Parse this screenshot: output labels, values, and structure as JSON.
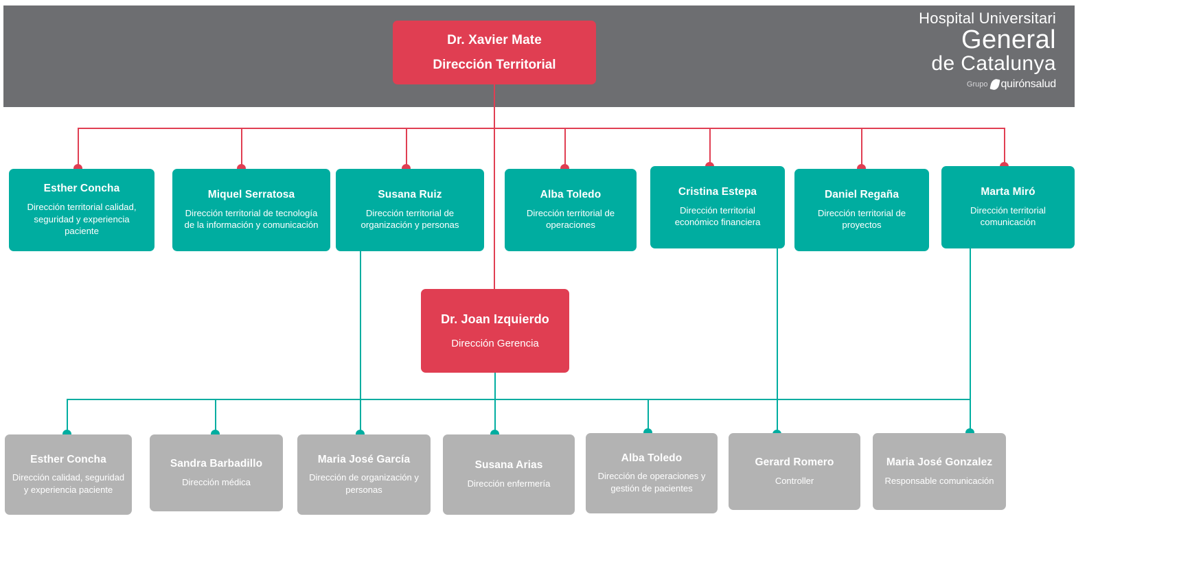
{
  "logo": {
    "line1": "Hospital Universitari",
    "line2": "General",
    "line3": "de Catalunya",
    "grupo": "Grupo",
    "brand": "quirónsalud"
  },
  "colors": {
    "header_grey": "#6d6e71",
    "red": "#e03e52",
    "teal": "#00ada0",
    "grey": "#b3b3b3"
  },
  "root": {
    "name": "Dr. Xavier Mate",
    "role": "Dirección Territorial"
  },
  "gerencia": {
    "name": "Dr. Joan Izquierdo",
    "role": "Dirección Gerencia"
  },
  "territorial": [
    {
      "name": "Esther Concha",
      "role": "Dirección territorial calidad, seguridad y experiencia paciente"
    },
    {
      "name": "Miquel Serratosa",
      "role": "Dirección territorial de tecnología de la información y comunicación"
    },
    {
      "name": "Susana Ruiz",
      "role": "Dirección territorial de organización y personas"
    },
    {
      "name": "Alba Toledo",
      "role": "Dirección territorial de operaciones"
    },
    {
      "name": "Cristina Estepa",
      "role": "Dirección territorial económico financiera"
    },
    {
      "name": "Daniel Regaña",
      "role": "Dirección territorial de proyectos"
    },
    {
      "name": "Marta Miró",
      "role": "Dirección territorial comunicación"
    }
  ],
  "centro": [
    {
      "name": "Esther Concha",
      "role": "Dirección calidad, seguridad y experiencia paciente"
    },
    {
      "name": "Sandra Barbadillo",
      "role": "Dirección médica"
    },
    {
      "name": "Maria José García",
      "role": "Dirección de organización y personas"
    },
    {
      "name": "Susana Arias",
      "role": "Dirección enfermería"
    },
    {
      "name": "Alba Toledo",
      "role": "Dirección de operaciones y gestión de pacientes"
    },
    {
      "name": "Gerard Romero",
      "role": "Controller"
    },
    {
      "name": "Maria José Gonzalez",
      "role": "Responsable comunicación"
    }
  ]
}
